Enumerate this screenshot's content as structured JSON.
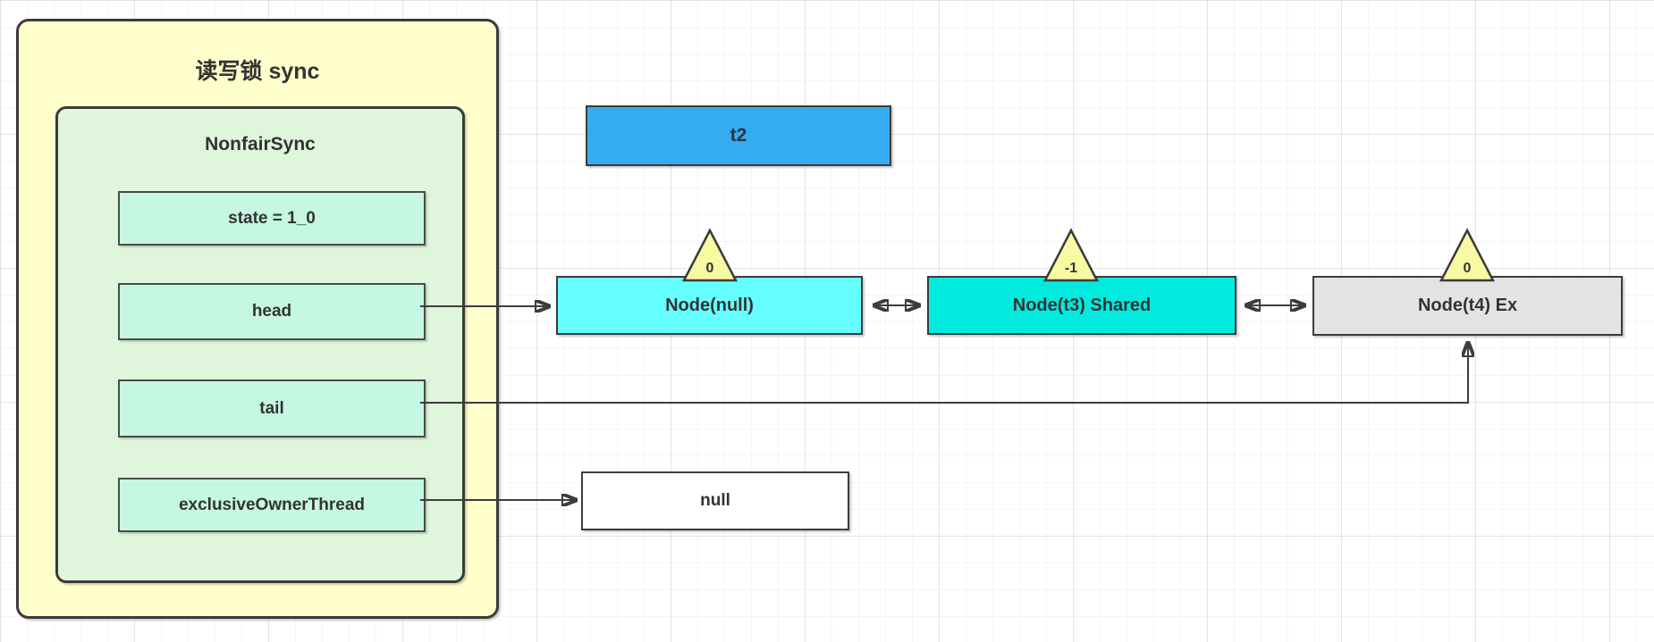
{
  "sync_container": {
    "title": "读写锁 sync",
    "fill": "#FFFFCC"
  },
  "nonfair_sync": {
    "title": "NonfairSync",
    "fill": "#DFF6DC",
    "fields": {
      "state": "state = 1_0",
      "head": "head",
      "tail": "tail",
      "exclusive_owner_thread": "exclusiveOwnerThread"
    }
  },
  "thread_box": {
    "label": "t2",
    "fill": "#34ABF2"
  },
  "queue_nodes": {
    "node_head": {
      "label": "Node(null)",
      "wait_status": "0",
      "fill": "#66FFFF"
    },
    "node_t3": {
      "label": "Node(t3) Shared",
      "wait_status": "-1",
      "fill": "#00EBDE"
    },
    "node_t4": {
      "label": "Node(t4) Ex",
      "wait_status": "0",
      "fill": "#E3E3E3"
    }
  },
  "null_box": {
    "label": "null",
    "fill": "#FFFFFF"
  },
  "colors": {
    "border": "#3B3B3B",
    "text": "#333333",
    "triangle_fill": "#F8F9A3",
    "arrow": "#3D3D3D"
  }
}
